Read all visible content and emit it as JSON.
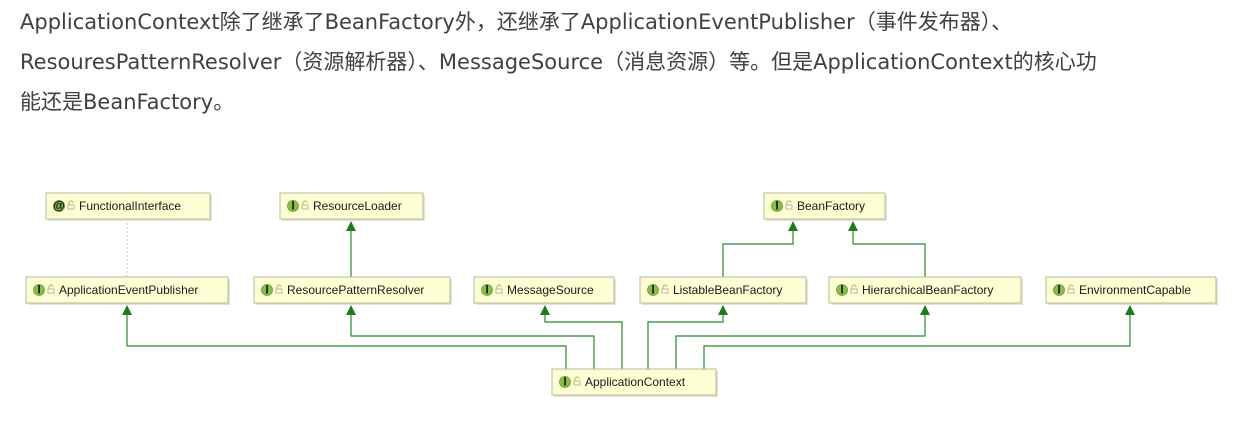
{
  "paragraph": {
    "line1": "ApplicationContext除了继承了BeanFactory外，还继承了ApplicationEventPublisher（事件发布器）、",
    "line2": "ResouresPatternResolver（资源解析器）、MessageSource（消息资源）等。但是ApplicationContext的核心功",
    "line3": "能还是BeanFactory。"
  },
  "diagram": {
    "nodes": [
      {
        "id": "functional-interface",
        "label": "FunctionalInterface",
        "badge": "@",
        "kind": "annotation"
      },
      {
        "id": "resource-loader",
        "label": "ResourceLoader",
        "badge": "I",
        "kind": "interface"
      },
      {
        "id": "bean-factory",
        "label": "BeanFactory",
        "badge": "I",
        "kind": "interface"
      },
      {
        "id": "application-event-publisher",
        "label": "ApplicationEventPublisher",
        "badge": "I",
        "kind": "interface"
      },
      {
        "id": "resource-pattern-resolver",
        "label": "ResourcePatternResolver",
        "badge": "I",
        "kind": "interface"
      },
      {
        "id": "message-source",
        "label": "MessageSource",
        "badge": "I",
        "kind": "interface"
      },
      {
        "id": "listable-bean-factory",
        "label": "ListableBeanFactory",
        "badge": "I",
        "kind": "interface"
      },
      {
        "id": "hierarchical-bean-factory",
        "label": "HierarchicalBeanFactory",
        "badge": "I",
        "kind": "interface"
      },
      {
        "id": "environment-capable",
        "label": "EnvironmentCapable",
        "badge": "I",
        "kind": "interface"
      },
      {
        "id": "application-context",
        "label": "ApplicationContext",
        "badge": "I",
        "kind": "interface"
      }
    ],
    "edges": [
      {
        "from": "application-event-publisher",
        "to": "functional-interface",
        "type": "annotated-by"
      },
      {
        "from": "resource-pattern-resolver",
        "to": "resource-loader",
        "type": "extends"
      },
      {
        "from": "listable-bean-factory",
        "to": "bean-factory",
        "type": "extends"
      },
      {
        "from": "hierarchical-bean-factory",
        "to": "bean-factory",
        "type": "extends"
      },
      {
        "from": "application-context",
        "to": "application-event-publisher",
        "type": "extends"
      },
      {
        "from": "application-context",
        "to": "resource-pattern-resolver",
        "type": "extends"
      },
      {
        "from": "application-context",
        "to": "message-source",
        "type": "extends"
      },
      {
        "from": "application-context",
        "to": "listable-bean-factory",
        "type": "extends"
      },
      {
        "from": "application-context",
        "to": "hierarchical-bean-factory",
        "type": "extends"
      },
      {
        "from": "application-context",
        "to": "environment-capable",
        "type": "extends"
      }
    ],
    "colors": {
      "edge": "#2b8a2b",
      "node_fill": "#fefed4",
      "badge": "#8cbd4a"
    }
  }
}
